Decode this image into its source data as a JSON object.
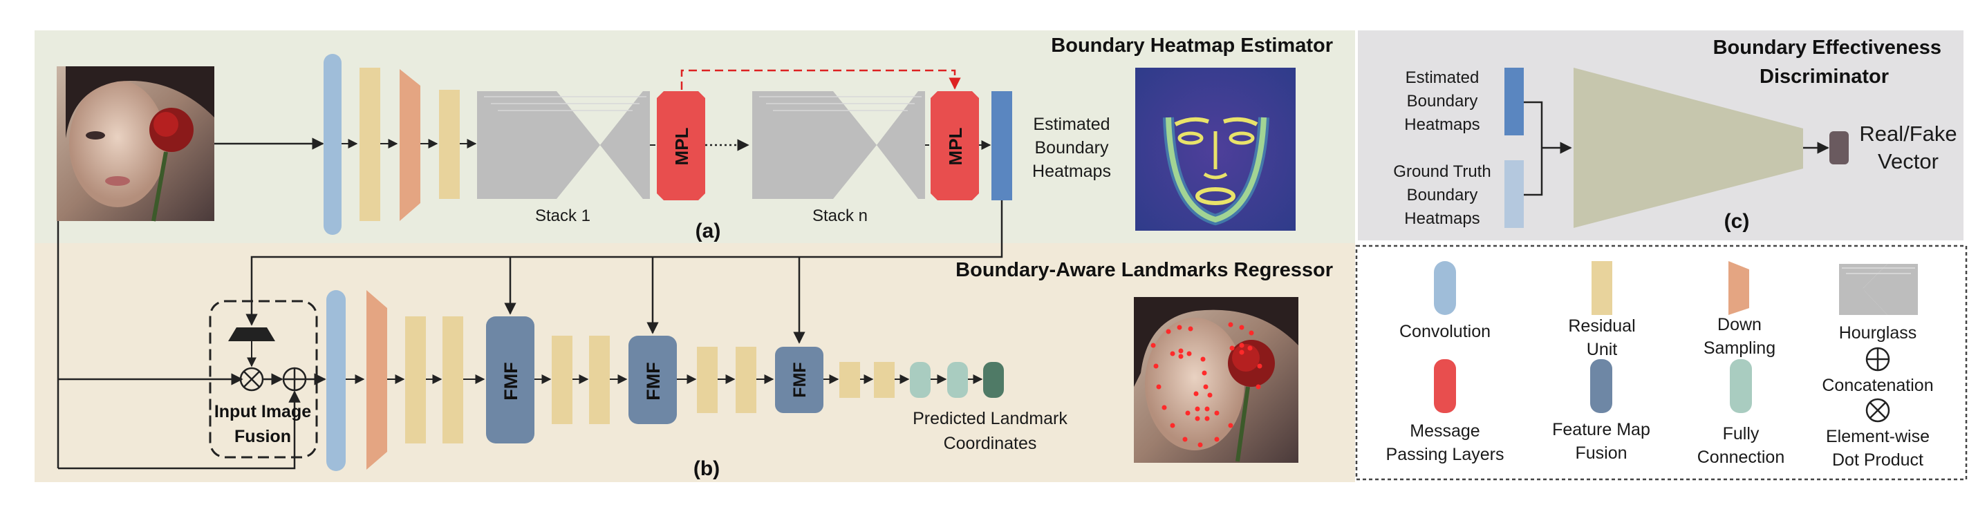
{
  "panel_a": {
    "title": "Boundary Heatmap Estimator",
    "caption": "(a)",
    "stack1_label": "Stack 1",
    "stackn_label": "Stack n",
    "mpl_label": "MPL",
    "output_label_1": "Estimated",
    "output_label_2": "Boundary",
    "output_label_3": "Heatmaps"
  },
  "panel_b": {
    "title": "Boundary-Aware Landmarks Regressor",
    "caption": "(b)",
    "fmf_label": "FMF",
    "fusion_label_1": "Input Image",
    "fusion_label_2": "Fusion",
    "output_label_1": "Predicted Landmark",
    "output_label_2": "Coordinates"
  },
  "panel_c": {
    "title_1": "Boundary Effectiveness",
    "title_2": "Discriminator",
    "caption": "(c)",
    "input1_line1": "Estimated",
    "input1_line2": "Boundary",
    "input1_line3": "Heatmaps",
    "input2_line1": "Ground Truth",
    "input2_line2": "Boundary",
    "input2_line3": "Heatmaps",
    "output_line1": "Real/Fake",
    "output_line2": "Vector"
  },
  "legend": {
    "convolution": "Convolution",
    "residual_1": "Residual",
    "residual_2": "Unit",
    "down_1": "Down",
    "down_2": "Sampling",
    "hourglass": "Hourglass",
    "concatenation": "Concatenation",
    "mpl_1": "Message",
    "mpl_2": "Passing Layers",
    "fmf_1": "Feature Map",
    "fmf_2": "Fusion",
    "fc_1": "Fully",
    "fc_2": "Connection",
    "dot_1": "Element-wise",
    "dot_2": "Dot Product"
  },
  "colors": {
    "conv": "#9fbdd9",
    "residual": "#e8d39c",
    "down": "#e4a582",
    "hourglass": "#bdbdbd",
    "mpl": "#e84e4e",
    "fmf": "#6e87a5",
    "fc": "#a9ccc0",
    "heatmap_out": "#5a86c0",
    "panel_a_bg": "#e9ecdf",
    "panel_b_bg": "#f1e9d8",
    "panel_c_bg": "#e2e1e3",
    "discriminator": "#c6c6ad",
    "final_fc": "#4f7a66",
    "disc_out": "#6a5a5f"
  },
  "icons": [
    "face-photo",
    "boundary-heatmap-image",
    "landmark-face-photo",
    "element-wise-product-icon",
    "concatenation-icon"
  ]
}
